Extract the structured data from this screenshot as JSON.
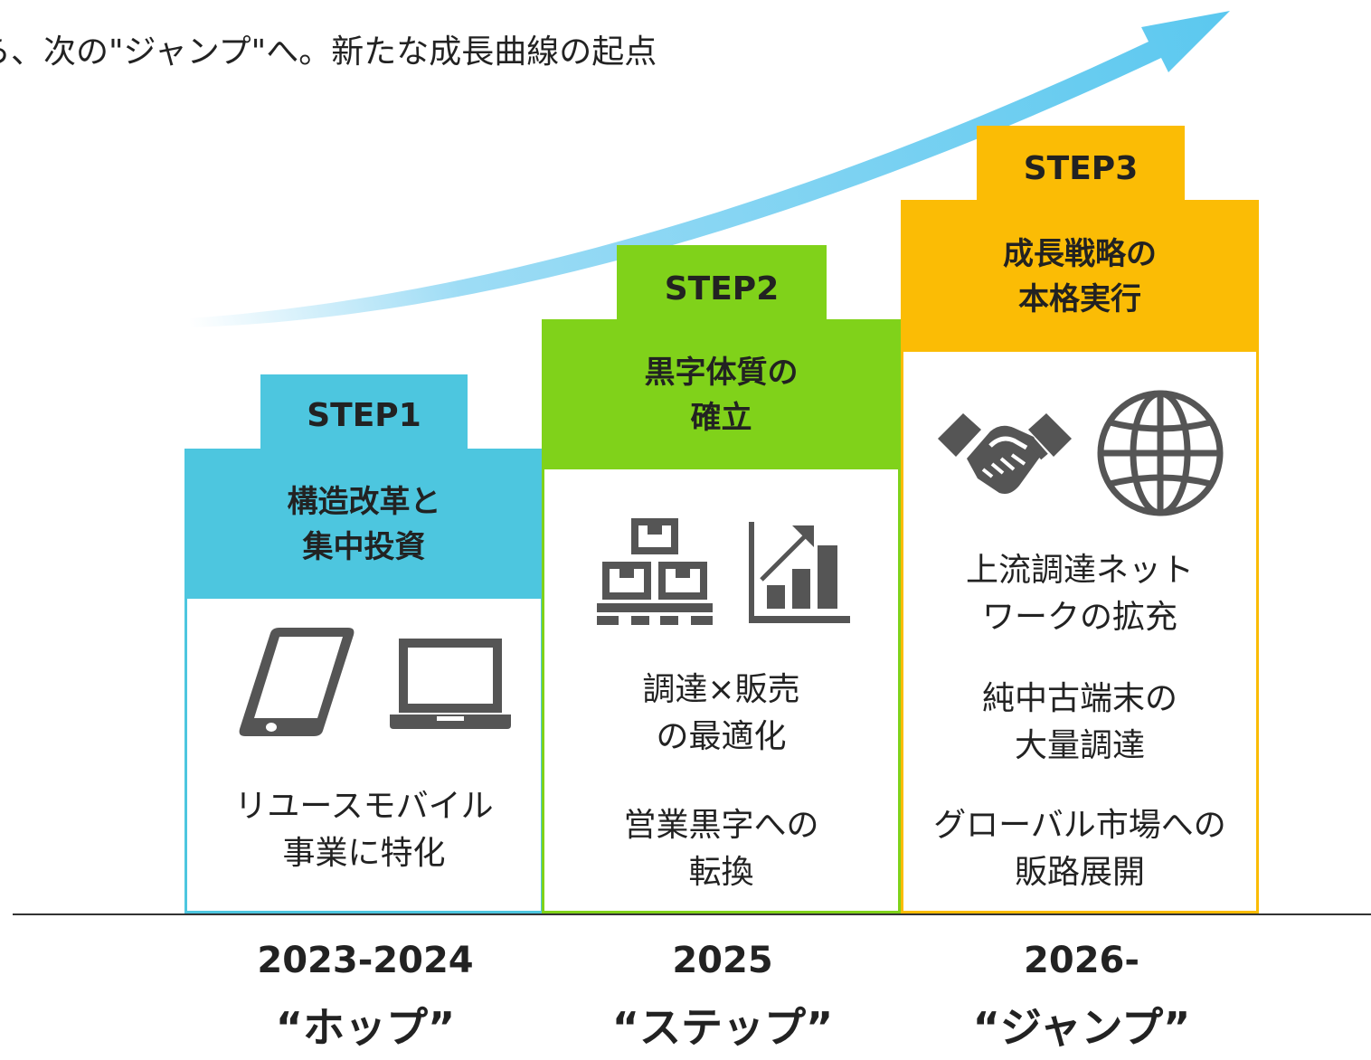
{
  "headline": "ら、次の\"ジャンプ\"へ。新たな成長曲線の起点",
  "steps": [
    {
      "step_label": "STEP1",
      "title_lines": [
        "構造改革と",
        "集中投資"
      ],
      "icons": [
        "smartphone-icon",
        "laptop-icon"
      ],
      "text_blocks": [
        [
          "リユースモバイル",
          "事業に特化"
        ]
      ],
      "year": "2023-2024",
      "phase": "“ホップ”",
      "color": "#4dc6df"
    },
    {
      "step_label": "STEP2",
      "title_lines": [
        "黒字体質の",
        "確立"
      ],
      "icons": [
        "inventory-boxes-icon",
        "growth-chart-icon"
      ],
      "text_blocks": [
        [
          "調達×販売",
          "の最適化"
        ],
        [
          "営業黒字への",
          "転換"
        ]
      ],
      "year": "2025",
      "phase": "“ステップ”",
      "color": "#80d21a"
    },
    {
      "step_label": "STEP3",
      "title_lines": [
        "成長戦略の",
        "本格実行"
      ],
      "icons": [
        "handshake-icon",
        "globe-icon"
      ],
      "text_blocks": [
        [
          "上流調達ネット",
          "ワークの拡充"
        ],
        [
          "純中古端末の",
          "大量調達"
        ],
        [
          "グローバル市場への",
          "販路展開"
        ]
      ],
      "year": "2026-",
      "phase": "“ジャンプ”",
      "color": "#fbbc05"
    }
  ],
  "arrow_color": "#5bc8ef",
  "icon_color": "#555555"
}
